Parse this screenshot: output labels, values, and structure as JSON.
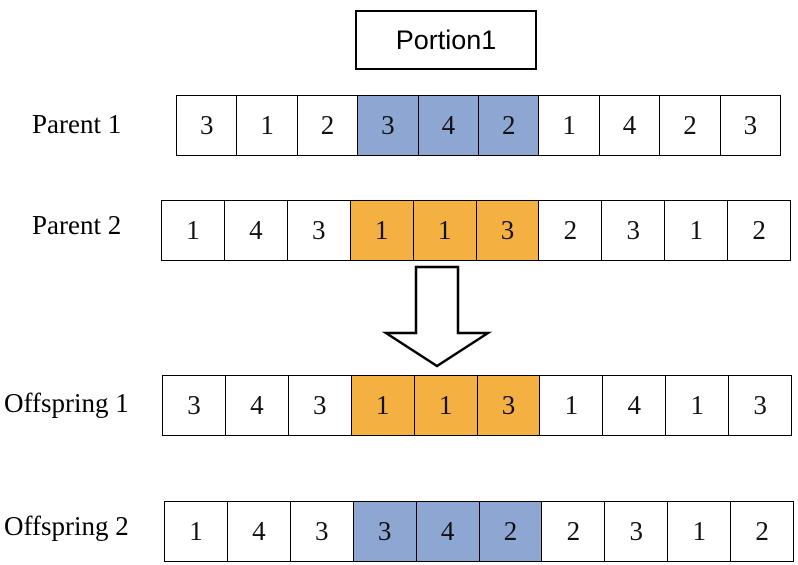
{
  "portion_label": "Portion1",
  "colors": {
    "blue_highlight": "#8ea6d2",
    "orange_highlight": "#f4b040",
    "cell_border": "#000000"
  },
  "rows": [
    {
      "label": "Parent 1",
      "genes": [
        "3",
        "1",
        "2",
        "3",
        "4",
        "2",
        "1",
        "4",
        "2",
        "3"
      ],
      "highlight_color": "blue",
      "highlight_indices": [
        3,
        4,
        5
      ]
    },
    {
      "label": "Parent 2",
      "genes": [
        "1",
        "4",
        "3",
        "1",
        "1",
        "3",
        "2",
        "3",
        "1",
        "2"
      ],
      "highlight_color": "orange",
      "highlight_indices": [
        3,
        4,
        5
      ]
    },
    {
      "label": "Offspring 1",
      "genes": [
        "3",
        "4",
        "3",
        "1",
        "1",
        "3",
        "1",
        "4",
        "1",
        "3"
      ],
      "highlight_color": "orange",
      "highlight_indices": [
        3,
        4,
        5
      ]
    },
    {
      "label": "Offspring 2",
      "genes": [
        "1",
        "4",
        "3",
        "3",
        "4",
        "2",
        "2",
        "3",
        "1",
        "2"
      ],
      "highlight_color": "blue",
      "highlight_indices": [
        3,
        4,
        5
      ]
    }
  ],
  "arrow_icon": "down-arrow-icon"
}
